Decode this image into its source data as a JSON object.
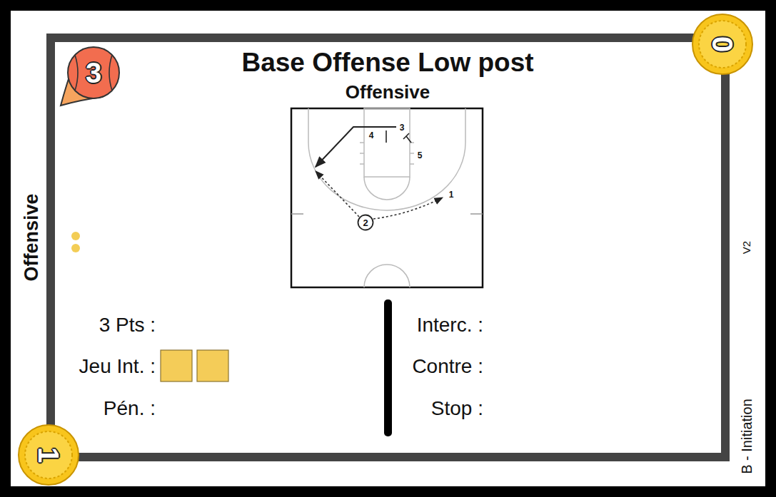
{
  "diagram": {
    "title": "Base Offense Low post",
    "nodes": [
      {
        "text": [
          "3"
        ]
      },
      {
        "text": [
          "0"
        ]
      },
      {
        "text": [
          "2"
        ]
      },
      {
        "text": [
          "1"
        ]
      }
    ],
    "labels": [
      "Offensive",
      "4",
      "3",
      "5",
      "1",
      "Offensive",
      "V2",
      "3 Pts :",
      "Jeu Int. :",
      "Pén. :",
      "Interc. :",
      "Contre :",
      "Stop :",
      "B - Initiation"
    ]
  }
}
